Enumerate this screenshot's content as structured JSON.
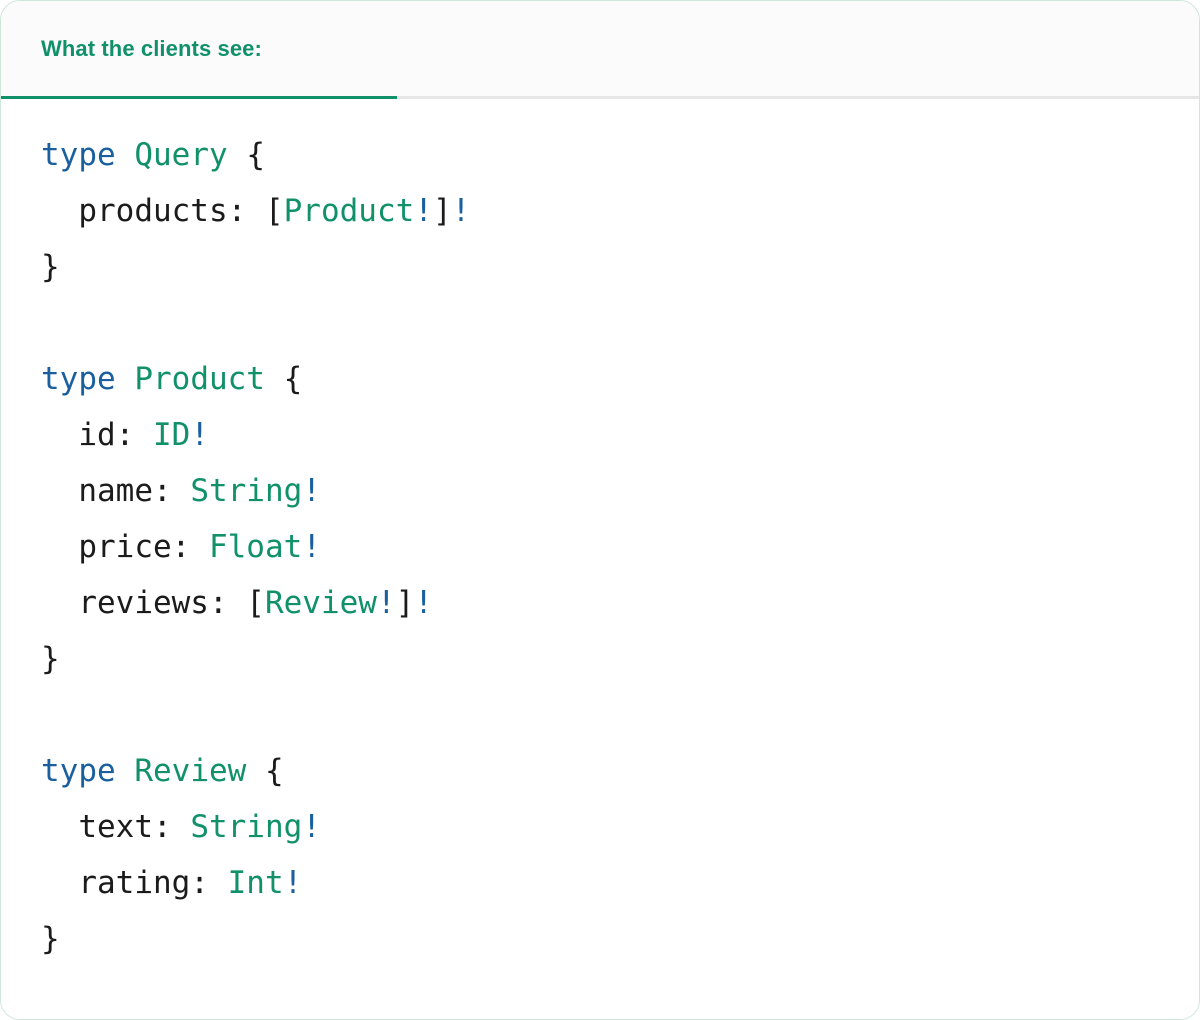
{
  "card": {
    "accent_color": "#10916a",
    "keyword_color": "#1a5f9e",
    "text_color": "#1b1b1b",
    "border_color": "#cfe6da",
    "header_background": "#fbfbfb",
    "body_background": "#ffffff",
    "divider_color": "#e6e6e6"
  },
  "header": {
    "tabs": [
      {
        "label": "What the clients see:",
        "active": true
      }
    ]
  },
  "code": {
    "language": "graphql",
    "lines": [
      {
        "tokens": [
          {
            "t": "type",
            "c": "kw"
          },
          {
            "t": " ",
            "c": "pun"
          },
          {
            "t": "Query",
            "c": "tn"
          },
          {
            "t": " {",
            "c": "pun"
          }
        ]
      },
      {
        "tokens": [
          {
            "t": "  products: [",
            "c": "pun"
          },
          {
            "t": "Product",
            "c": "tn"
          },
          {
            "t": "!",
            "c": "bang"
          },
          {
            "t": "]",
            "c": "pun"
          },
          {
            "t": "!",
            "c": "bang"
          }
        ]
      },
      {
        "tokens": [
          {
            "t": "}",
            "c": "pun"
          }
        ]
      },
      {
        "tokens": []
      },
      {
        "tokens": [
          {
            "t": "type",
            "c": "kw"
          },
          {
            "t": " ",
            "c": "pun"
          },
          {
            "t": "Product",
            "c": "tn"
          },
          {
            "t": " {",
            "c": "pun"
          }
        ]
      },
      {
        "tokens": [
          {
            "t": "  id: ",
            "c": "pun"
          },
          {
            "t": "ID",
            "c": "tn"
          },
          {
            "t": "!",
            "c": "bang"
          }
        ]
      },
      {
        "tokens": [
          {
            "t": "  name: ",
            "c": "pun"
          },
          {
            "t": "String",
            "c": "tn"
          },
          {
            "t": "!",
            "c": "bang"
          }
        ]
      },
      {
        "tokens": [
          {
            "t": "  price: ",
            "c": "pun"
          },
          {
            "t": "Float",
            "c": "tn"
          },
          {
            "t": "!",
            "c": "bang"
          }
        ]
      },
      {
        "tokens": [
          {
            "t": "  reviews: [",
            "c": "pun"
          },
          {
            "t": "Review",
            "c": "tn"
          },
          {
            "t": "!",
            "c": "bang"
          },
          {
            "t": "]",
            "c": "pun"
          },
          {
            "t": "!",
            "c": "bang"
          }
        ]
      },
      {
        "tokens": [
          {
            "t": "}",
            "c": "pun"
          }
        ]
      },
      {
        "tokens": []
      },
      {
        "tokens": [
          {
            "t": "type",
            "c": "kw"
          },
          {
            "t": " ",
            "c": "pun"
          },
          {
            "t": "Review",
            "c": "tn"
          },
          {
            "t": " {",
            "c": "pun"
          }
        ]
      },
      {
        "tokens": [
          {
            "t": "  text: ",
            "c": "pun"
          },
          {
            "t": "String",
            "c": "tn"
          },
          {
            "t": "!",
            "c": "bang"
          }
        ]
      },
      {
        "tokens": [
          {
            "t": "  rating: ",
            "c": "pun"
          },
          {
            "t": "Int",
            "c": "tn"
          },
          {
            "t": "!",
            "c": "bang"
          }
        ]
      },
      {
        "tokens": [
          {
            "t": "}",
            "c": "pun"
          }
        ]
      }
    ]
  }
}
